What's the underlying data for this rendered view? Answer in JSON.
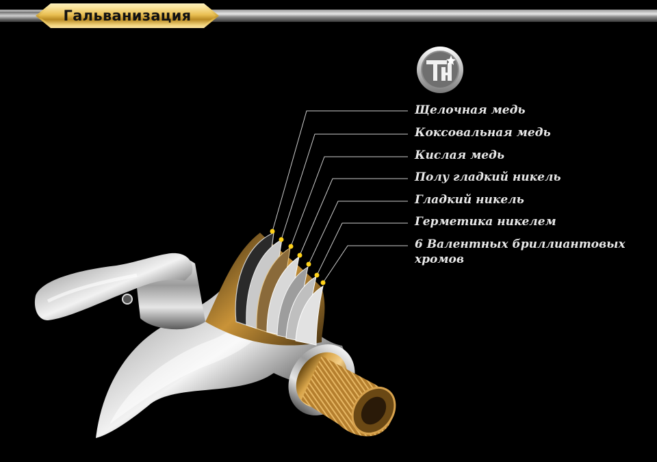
{
  "header": {
    "title": "Гальванизация"
  },
  "logo": {
    "icon": "faucet-brand-logo-icon"
  },
  "layers": [
    {
      "label": "Щелочная медь"
    },
    {
      "label": "Коксовальная медь"
    },
    {
      "label": "Кислая медь"
    },
    {
      "label": "Полу гладкий никель"
    },
    {
      "label": "Гладкий никель"
    },
    {
      "label": "Герметика никелем"
    },
    {
      "label": "6 Валентных бриллиантовых хромов"
    }
  ],
  "colors": {
    "background": "#000000",
    "accent_gold": "#e2b84a",
    "label_text": "#e8e8e8",
    "marker_dot": "#ffd21a",
    "leader_line": "#cfcfcf"
  }
}
